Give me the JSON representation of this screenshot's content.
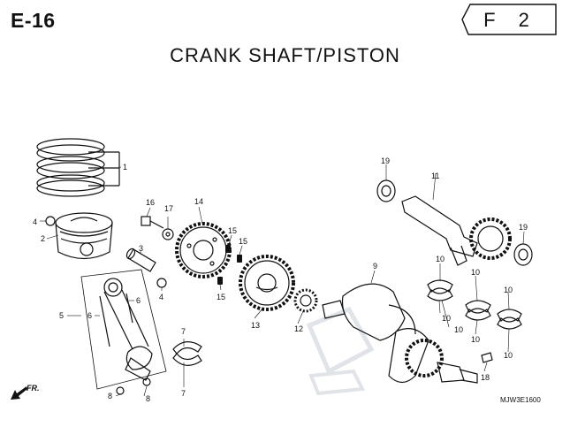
{
  "header": {
    "page_code": "E-16",
    "section_code": "F 2",
    "title": "CRANK SHAFT/PISTON"
  },
  "diagram": {
    "callouts": {
      "c1": "1",
      "c2": "2",
      "c3": "3",
      "c4a": "4",
      "c4b": "4",
      "c5": "5",
      "c6a": "6",
      "c6b": "6",
      "c7a": "7",
      "c7b": "7",
      "c8a": "8",
      "c8b": "8",
      "c9": "9",
      "c10a": "10",
      "c10b": "10",
      "c10c": "10",
      "c10d": "10",
      "c10e": "10",
      "c10f": "10",
      "c10g": "10",
      "c11": "11",
      "c12": "12",
      "c13": "13",
      "c14": "14",
      "c15a": "15",
      "c15b": "15",
      "c15c": "15",
      "c16": "16",
      "c17": "17",
      "c18": "18",
      "c19a": "19",
      "c19b": "19"
    },
    "reference_code": "MJW3E1600",
    "front_label": "FR."
  },
  "colors": {
    "line": "#111111",
    "watermark": "#c8cdd6"
  }
}
